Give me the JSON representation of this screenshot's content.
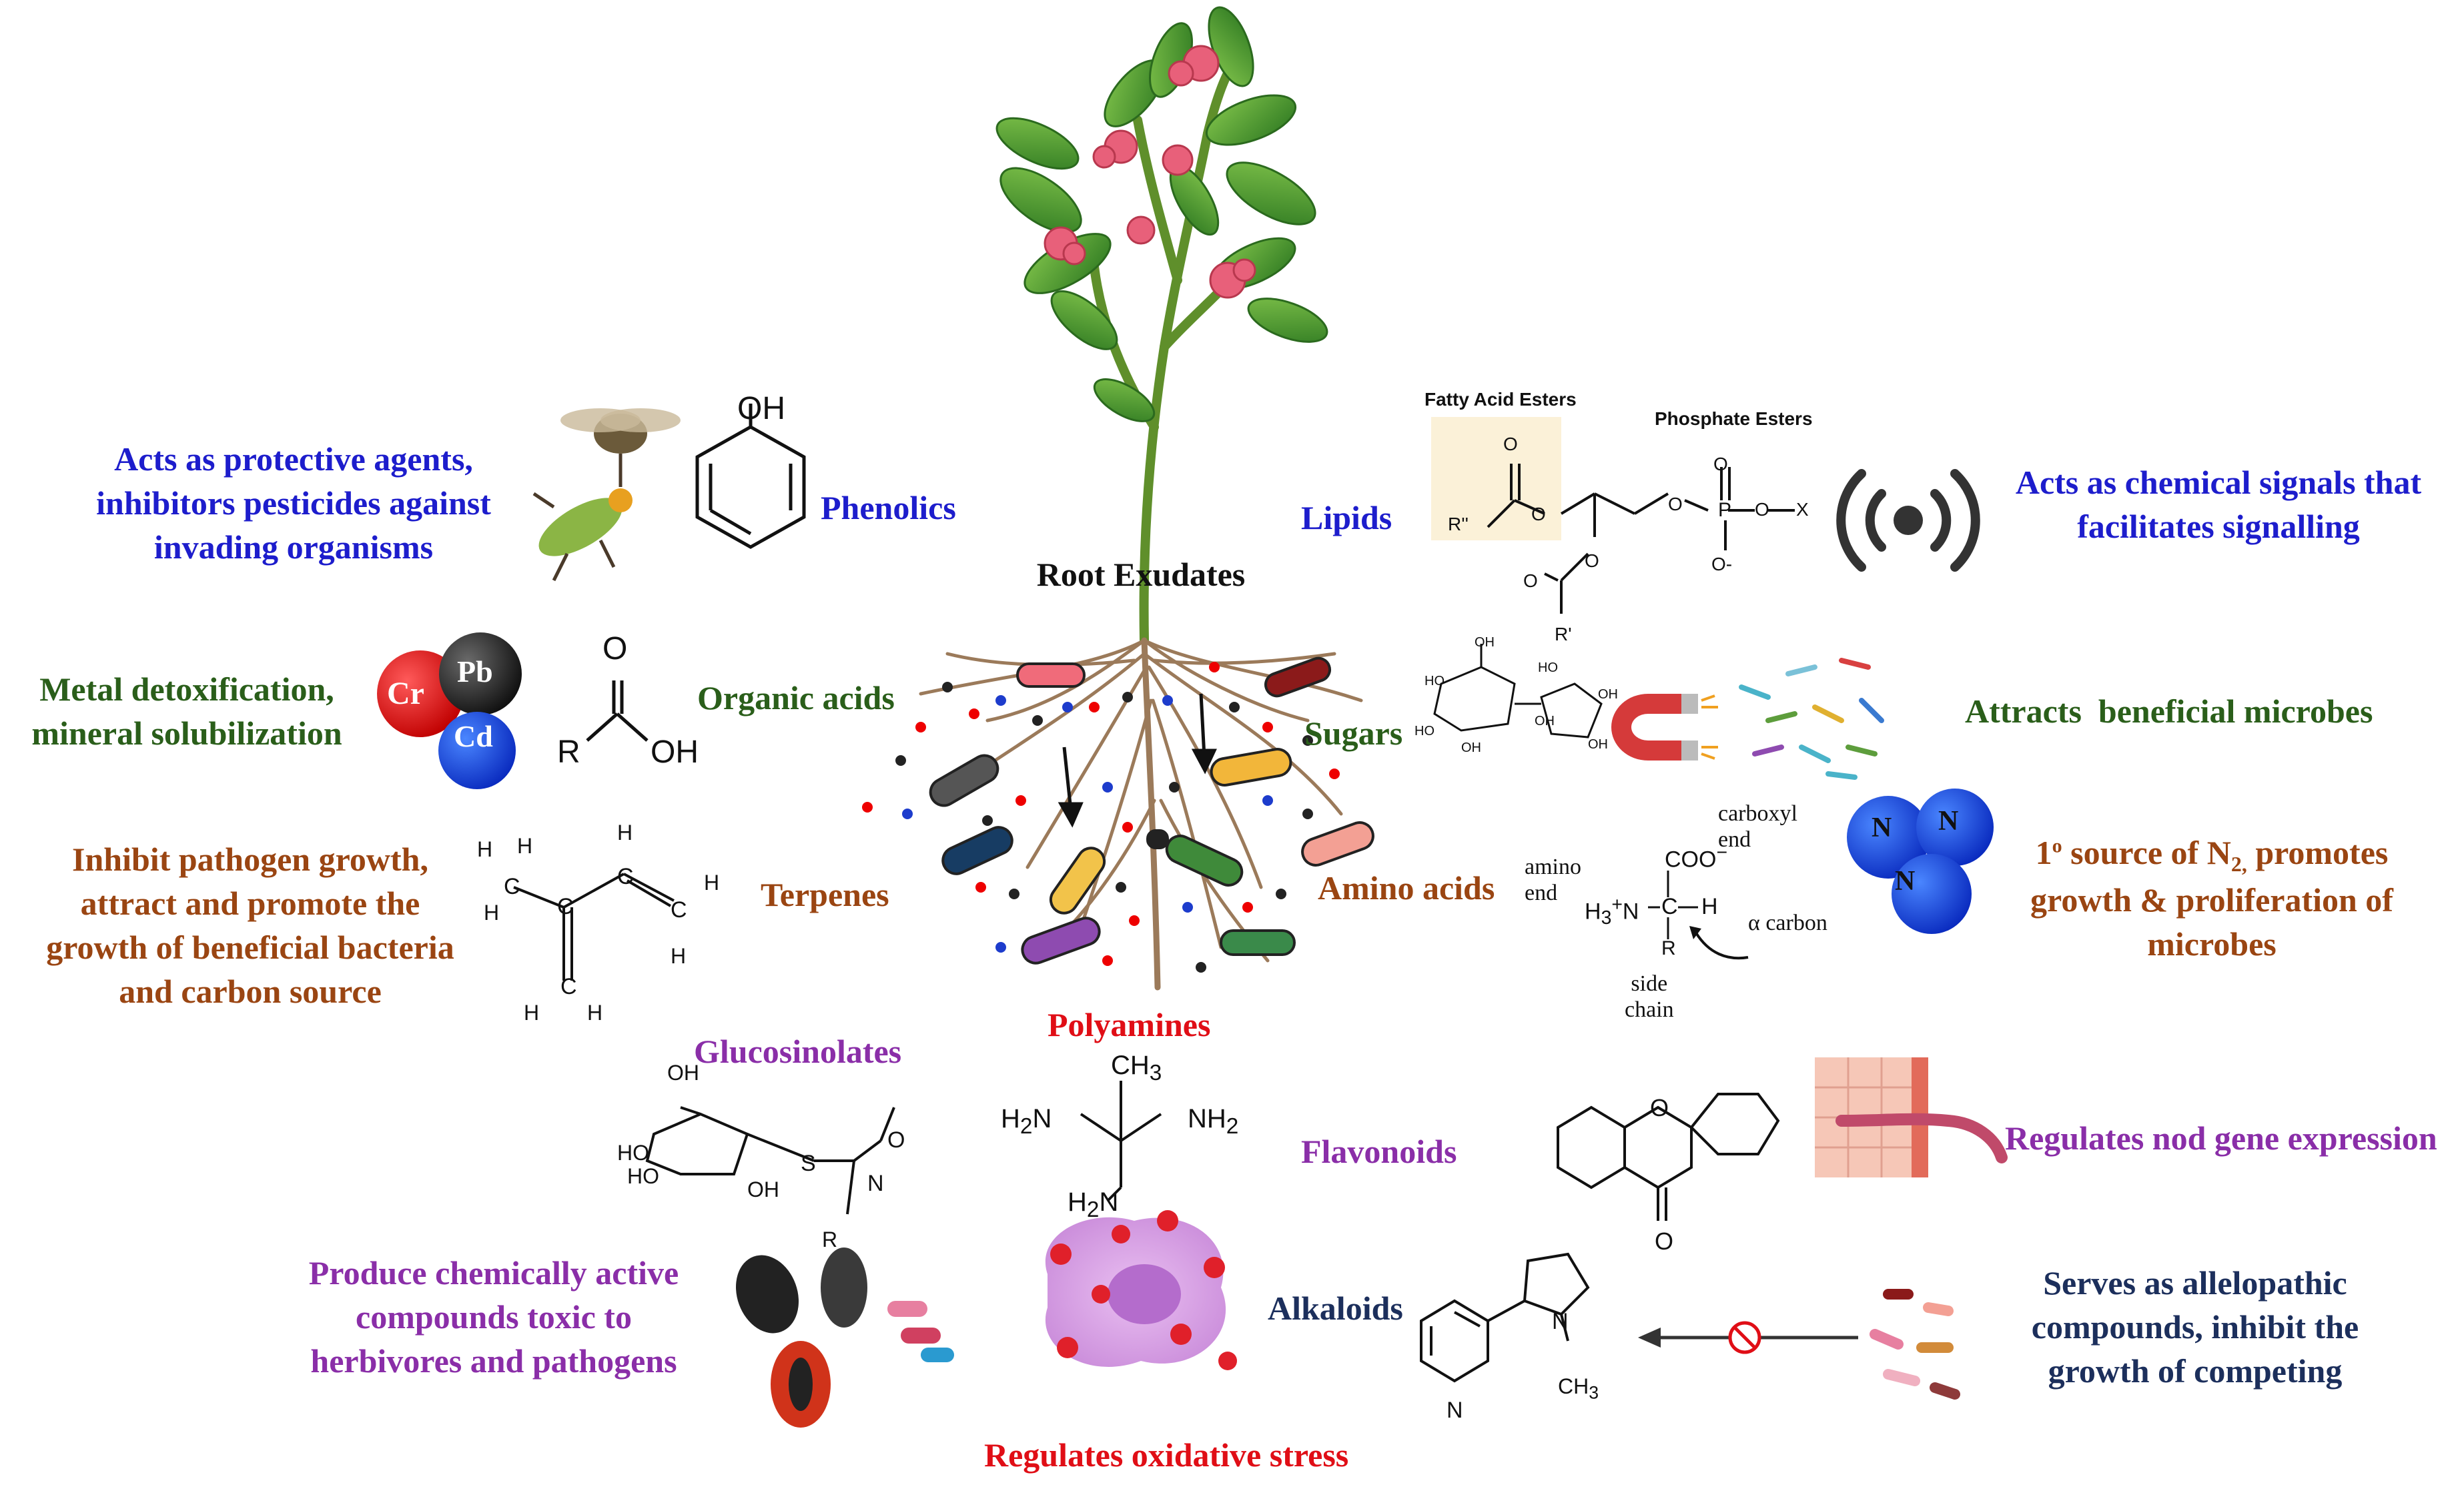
{
  "title": "Root Exudates",
  "colors": {
    "blue": "#1d1dcc",
    "green": "#2a5e1a",
    "brown": "#9a4512",
    "purple": "#8a2ea8",
    "red": "#e00e16",
    "navy": "#1c2f5c"
  },
  "compounds": {
    "phenolics": "Phenolics",
    "organic_acids": "Organic acids",
    "terpenes": "Terpenes",
    "glucosinolates": "Glucosinolates",
    "polyamines": "Polyamines",
    "lipids": "Lipids",
    "sugars": "Sugars",
    "amino_acids": "Amino acids",
    "flavonoids": "Flavonoids",
    "alkaloids": "Alkaloids"
  },
  "functions": {
    "phenolics": [
      "Acts as protective agents,",
      "inhibitors pesticides against",
      "invading organisms"
    ],
    "organic_acids": [
      "Metal detoxification,",
      "mineral solubilization"
    ],
    "terpenes": [
      "Inhibit pathogen growth,",
      "attract and promote the",
      "growth of beneficial bacteria",
      "and carbon source"
    ],
    "glucosinolates": [
      "Produce chemically active",
      "compounds toxic to",
      "herbivores and pathogens"
    ],
    "polyamines": "Regulates oxidative stress",
    "lipids": [
      "Acts as chemical signals that",
      "facilitates signalling"
    ],
    "sugars": "Attracts  beneficial microbes",
    "amino_acids_prefix": "1",
    "amino_acids_sup": "o",
    "amino_acids_l1": " source of N",
    "amino_acids_sub": "2,",
    "amino_acids_l1_end": " promotes",
    "amino_acids_l2": [
      "growth & proliferation of",
      "microbes"
    ],
    "flavonoids": "Regulates nod gene expression",
    "alkaloids": [
      "Serves as allelopathic",
      "compounds, inhibit the",
      "growth of competing"
    ]
  },
  "metals": [
    "Cr",
    "Pb",
    "Cd"
  ],
  "nitrogen": [
    "N",
    "N",
    "N"
  ],
  "chem_labels": {
    "phenol_oh": "OH",
    "acid_o": "O",
    "acid_r": "R",
    "acid_oh": "OH",
    "terpene_h": "H",
    "terpene_c": "C",
    "fatty_acid_esters": "Fatty Acid Esters",
    "phosphate_esters": "Phosphate Esters",
    "lipid_r2": "R''",
    "lipid_r1": "R'",
    "lipid_o": "O",
    "lipid_p": "P",
    "lipid_x": "X",
    "lipid_ominus": "O-",
    "sugar_oh": "OH",
    "sugar_ho": "HO",
    "amino_carboxyl_end": [
      "carboxyl",
      "end"
    ],
    "amino_end": [
      "amino",
      "end"
    ],
    "amino_coo": "COO",
    "amino_h3n": "H",
    "amino_c": "C",
    "amino_h": "H",
    "amino_r": "R",
    "amino_alpha": "α carbon",
    "amino_side_chain": [
      "side",
      "chain"
    ],
    "gluc_oh": "OH",
    "gluc_ho": "HO",
    "gluc_s": "S",
    "gluc_n": "N",
    "gluc_o": "O",
    "gluc_r": "R",
    "poly_ch3": "CH",
    "poly_nh2": "NH",
    "poly_h2n": "H",
    "flav_o": "O",
    "alk_n": "N",
    "alk_ch3": "CH"
  }
}
